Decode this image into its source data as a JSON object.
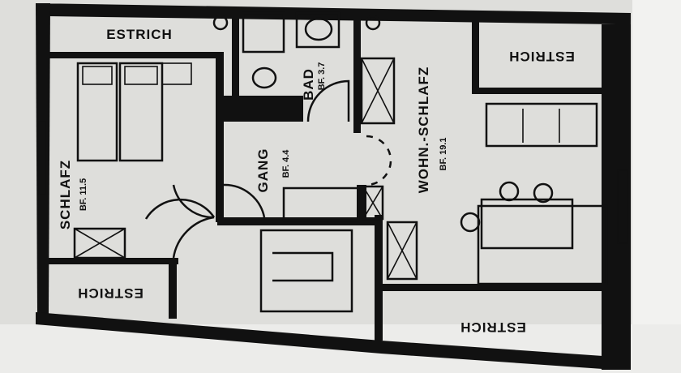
{
  "rooms": {
    "schlafz": {
      "name": "SCHLAFZ",
      "area": "BF. 11.5"
    },
    "bad": {
      "name": "BAD",
      "area": "BF. 3.7"
    },
    "gang": {
      "name": "GANG",
      "area": "BF. 4.4"
    },
    "wohn": {
      "name": "WOHN.-SCHLAFZ",
      "area": "BF. 19.1"
    }
  },
  "estrich": [
    "ESTRICH",
    "ESTRICH",
    "ESTRICH",
    "ESTRICH"
  ]
}
